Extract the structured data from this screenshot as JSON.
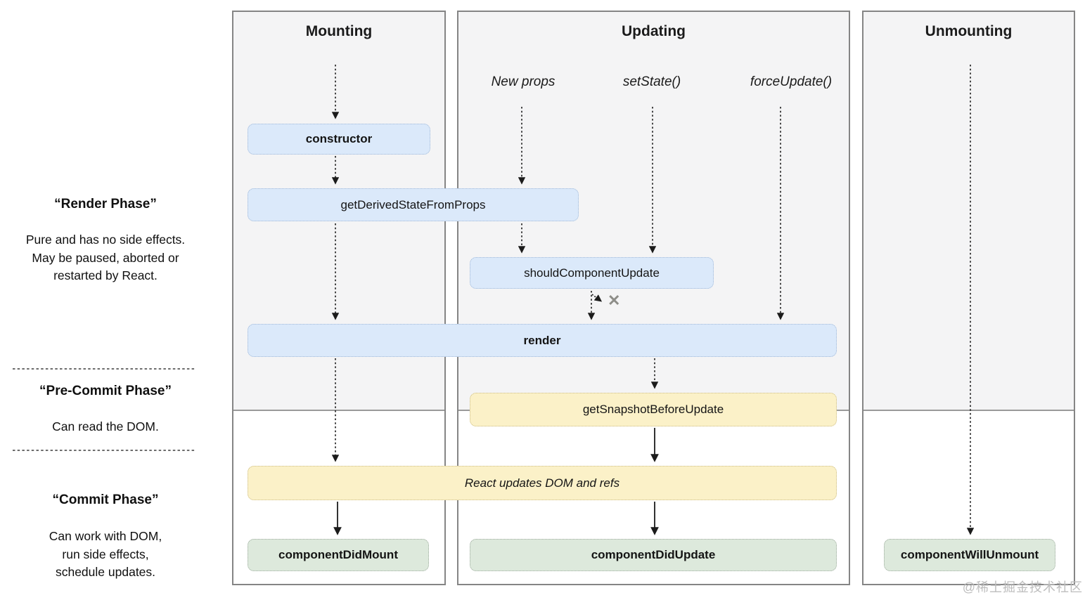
{
  "columns": {
    "mounting": {
      "title": "Mounting"
    },
    "updating": {
      "title": "Updating",
      "triggers": [
        "New props",
        "setState()",
        "forceUpdate()"
      ]
    },
    "unmounting": {
      "title": "Unmounting"
    }
  },
  "phases": {
    "render": {
      "title": "“Render Phase”",
      "description": "Pure and has no side effects.\nMay be paused, aborted or\nrestarted by React."
    },
    "pre_commit": {
      "title": "“Pre-Commit Phase”",
      "description": "Can read the DOM."
    },
    "commit": {
      "title": "“Commit Phase”",
      "description": "Can work with DOM,\nrun side effects,\nschedule updates."
    }
  },
  "lifecycle": {
    "constructor": "constructor",
    "get_derived_state_from_props": "getDerivedStateFromProps",
    "should_component_update": "shouldComponentUpdate",
    "render": "render",
    "get_snapshot_before_update": "getSnapshotBeforeUpdate",
    "react_updates_dom_and_refs": "React updates DOM and refs",
    "component_did_mount": "componentDidMount",
    "component_did_update": "componentDidUpdate",
    "component_will_unmount": "componentWillUnmount"
  },
  "icons": {
    "skip_render_x": "✕"
  },
  "watermark": "@稀土掘金技术社区",
  "colors": {
    "render_phase_box_blue": "#dbe9fa",
    "dom_update_box_yellow": "#fbf1c8",
    "commit_box_green": "#dde9dc",
    "phase_background_shade": "#f4f4f5",
    "column_border": "#858585",
    "arrow": "#1b1b1b",
    "skip_x": "#8d8d88",
    "watermark": "#bdbdbd"
  }
}
